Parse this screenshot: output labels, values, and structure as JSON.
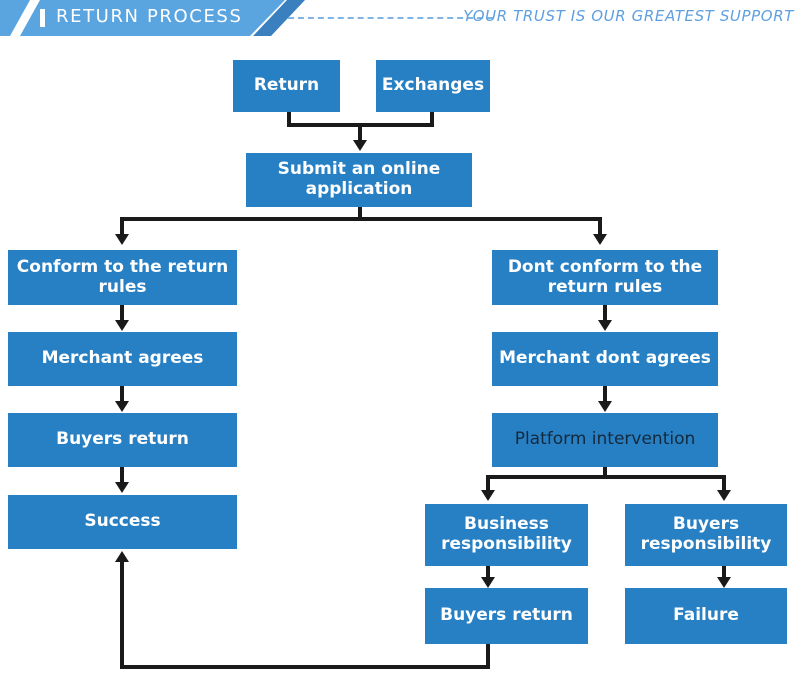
{
  "header": {
    "title": "RETURN PROCESS",
    "tagline": "YOUR TRUST IS OUR GREATEST SUPPORT",
    "bar_color": "#5aa5e0",
    "accent_color": "#3a7fbe",
    "dash_color": "#7fb4e6",
    "tagline_color": "#5f9fe0"
  },
  "theme": {
    "node_fill": "#2880c4",
    "node_text": "#ffffff",
    "node_text_alt": "#13293d",
    "connector": "#1a1a1a",
    "background": "#ffffff"
  },
  "flow": {
    "nodes": [
      {
        "id": "return",
        "label": "Return"
      },
      {
        "id": "exchanges",
        "label": "Exchanges"
      },
      {
        "id": "submit",
        "label": "Submit an online application"
      },
      {
        "id": "conform",
        "label": "Conform to the return rules"
      },
      {
        "id": "dont-conform",
        "label": "Dont conform to the return rules"
      },
      {
        "id": "merchant-agrees",
        "label": "Merchant agrees"
      },
      {
        "id": "merchant-dont",
        "label": "Merchant dont agrees"
      },
      {
        "id": "buyers-return-left",
        "label": "Buyers return"
      },
      {
        "id": "platform",
        "label": "Platform intervention"
      },
      {
        "id": "success",
        "label": "Success"
      },
      {
        "id": "business-resp",
        "label": "Business responsibility"
      },
      {
        "id": "buyers-resp",
        "label": "Buyers responsibility"
      },
      {
        "id": "buyers-return-right",
        "label": "Buyers return"
      },
      {
        "id": "failure",
        "label": "Failure"
      }
    ]
  }
}
